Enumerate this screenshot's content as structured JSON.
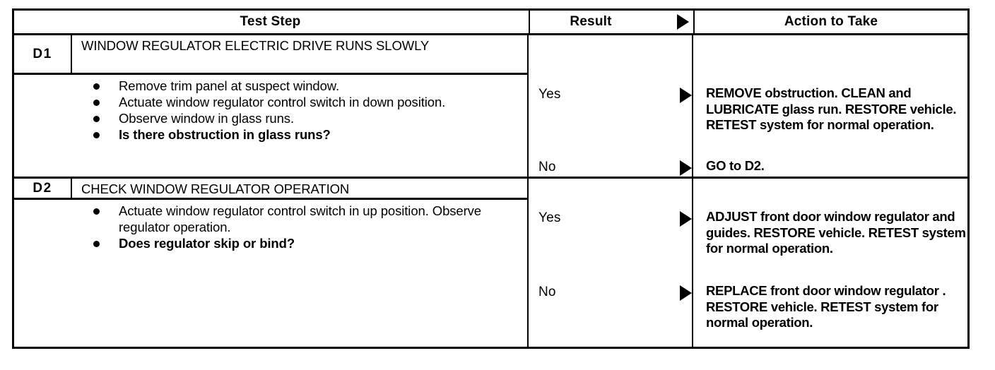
{
  "table": {
    "headers": {
      "test_step": "Test Step",
      "result": "Result",
      "action": "Action to Take",
      "result_arrow_icon": "triangle-right-icon"
    },
    "sections": [
      {
        "id": "D1",
        "title": "WINDOW REGULATOR ELECTRIC DRIVE RUNS SLOWLY",
        "bullets": [
          {
            "text": "Remove trim panel at suspect window.",
            "bold": false
          },
          {
            "text": "Actuate window regulator control switch in down position.",
            "bold": false
          },
          {
            "text": "Observe window in glass runs.",
            "bold": false
          },
          {
            "text": "Is there obstruction in glass runs?",
            "bold": true
          }
        ],
        "outcomes": [
          {
            "result": "Yes",
            "arrow_icon": "triangle-right-icon",
            "action": "REMOVE obstruction. CLEAN and LUBRICATE glass run. RESTORE vehicle. RETEST system for normal operation."
          },
          {
            "result": "No",
            "arrow_icon": "triangle-right-icon",
            "action": "GO to D2."
          }
        ]
      },
      {
        "id": "D2",
        "title": "CHECK WINDOW REGULATOR OPERATION",
        "bullets": [
          {
            "text": "Actuate window regulator control switch in up position. Observe regulator operation.",
            "bold": false
          },
          {
            "text": "Does regulator skip or bind?",
            "bold": true
          }
        ],
        "outcomes": [
          {
            "result": "Yes",
            "arrow_icon": "triangle-right-icon",
            "action": "ADJUST front door window regulator and guides. RESTORE vehicle. RETEST system for normal operation."
          },
          {
            "result": "No",
            "arrow_icon": "triangle-right-icon",
            "action": "REPLACE front door window regulator . RESTORE vehicle. RETEST system for normal operation."
          }
        ]
      }
    ]
  },
  "colors": {
    "ink": "#000000",
    "paper": "#ffffff"
  }
}
